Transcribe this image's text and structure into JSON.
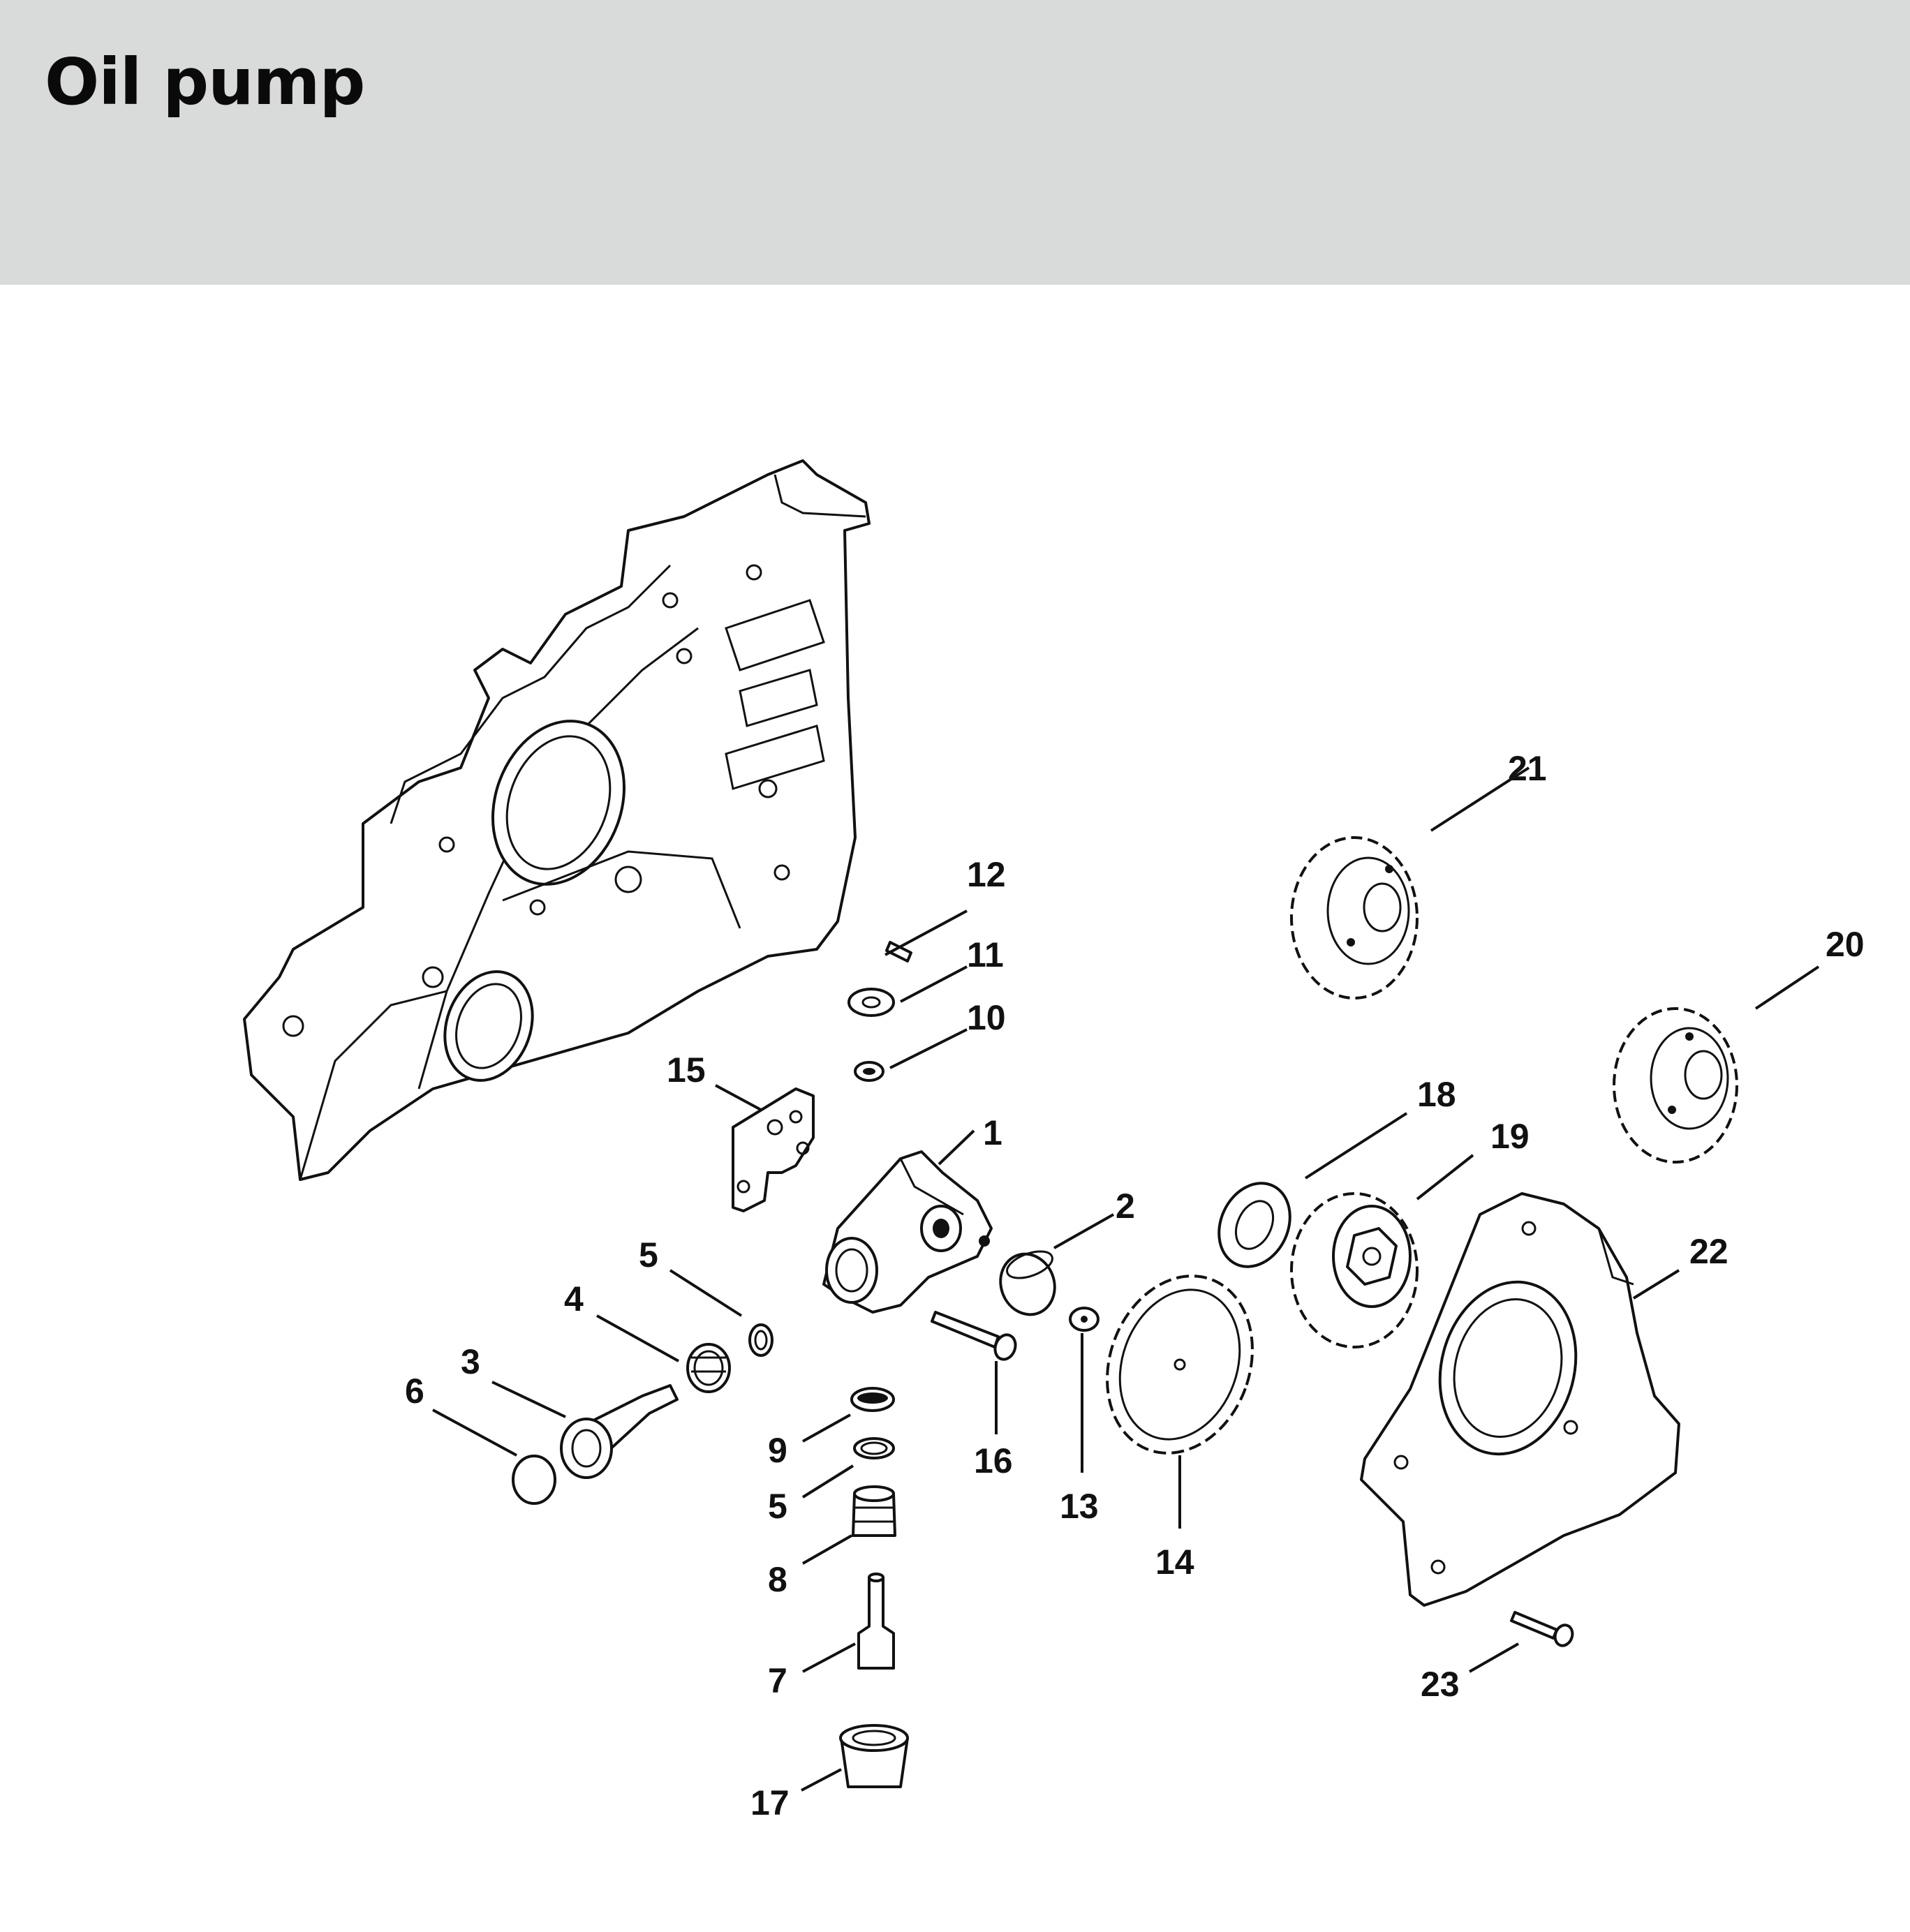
{
  "header": {
    "title": "Oil pump"
  },
  "callouts": {
    "c1": "1",
    "c2": "2",
    "c3": "3",
    "c4": "4",
    "c5a": "5",
    "c5b": "5",
    "c6": "6",
    "c7": "7",
    "c8": "8",
    "c9": "9",
    "c10": "10",
    "c11": "11",
    "c12": "12",
    "c13": "13",
    "c14": "14",
    "c15": "15",
    "c16": "16",
    "c17": "17",
    "c18": "18",
    "c19": "19",
    "c20": "20",
    "c21": "21",
    "c22": "22",
    "c23": "23"
  },
  "colors": {
    "header_bg": "#d9dbda",
    "line": "#111111",
    "background": "#ffffff"
  }
}
